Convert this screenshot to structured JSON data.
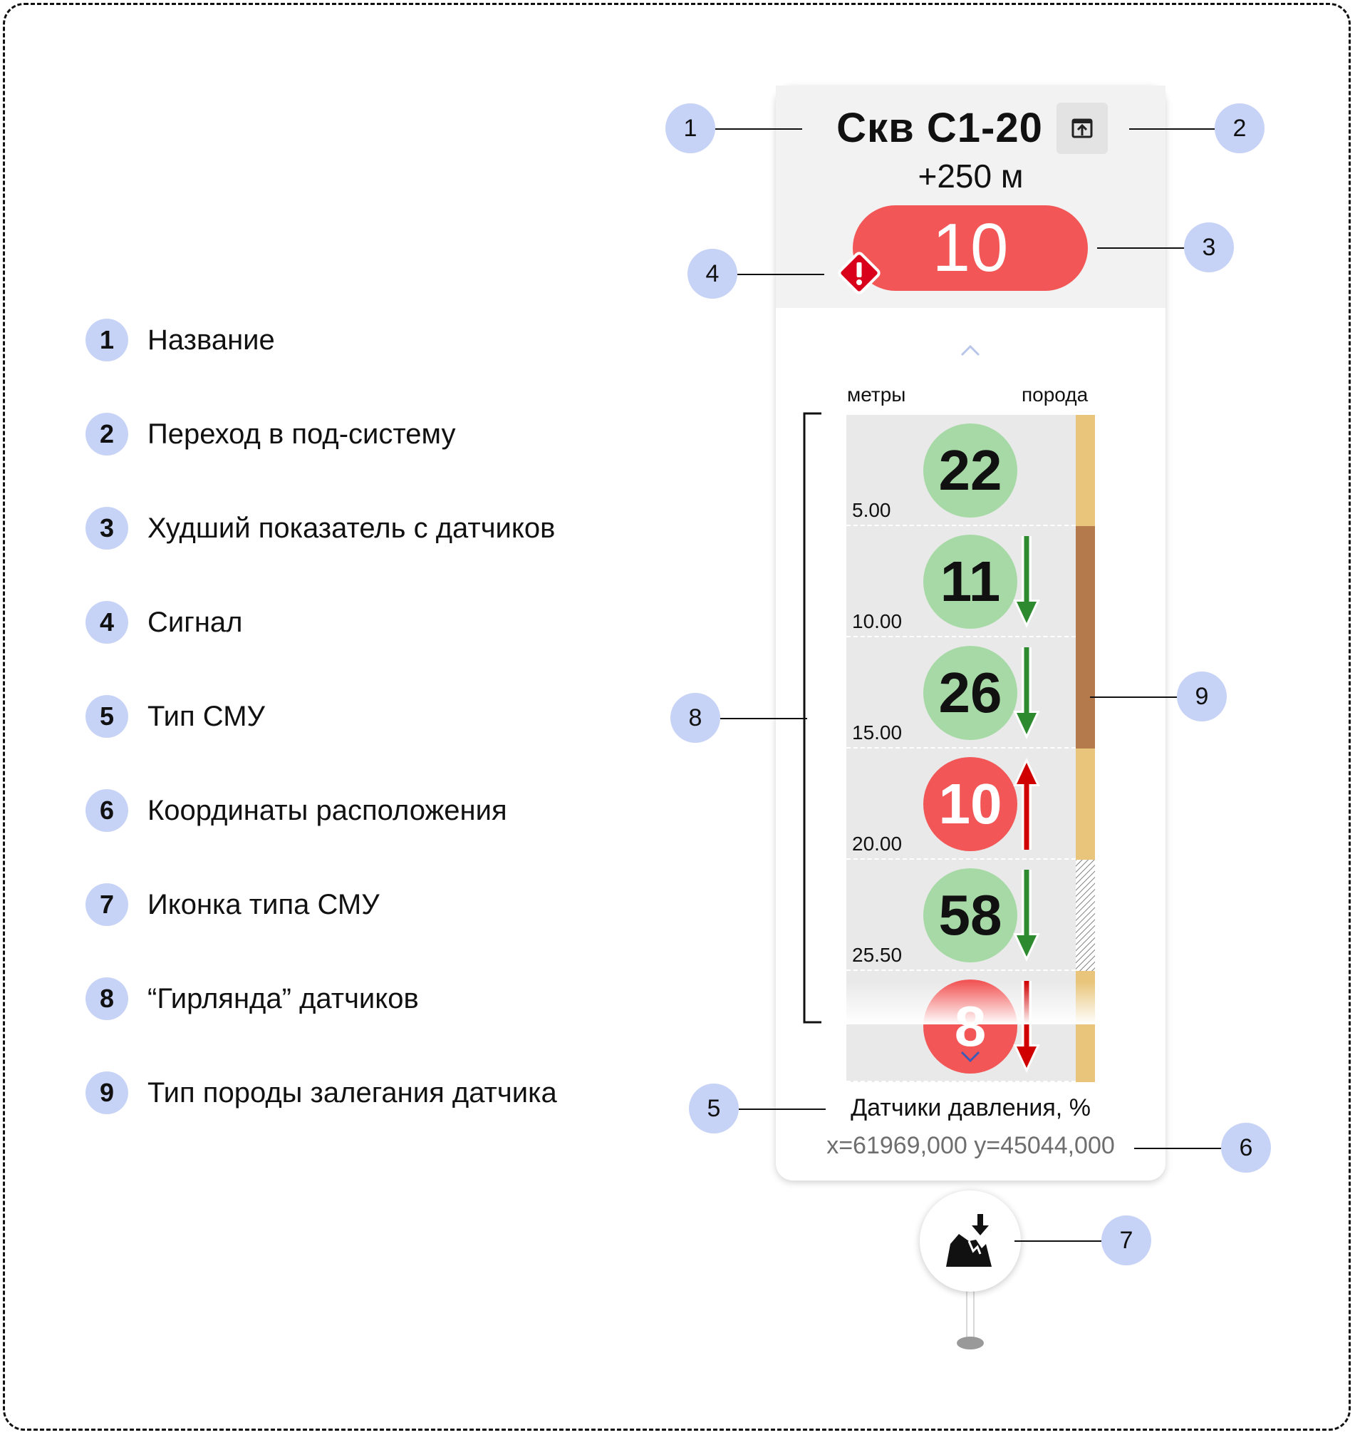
{
  "legend": [
    {
      "num": "1",
      "text": "Название"
    },
    {
      "num": "2",
      "text": "Переход в под-систему"
    },
    {
      "num": "3",
      "text": "Худший показатель с датчиков"
    },
    {
      "num": "4",
      "text": "Сигнал"
    },
    {
      "num": "5",
      "text": "Тип СМУ"
    },
    {
      "num": "6",
      "text": "Координаты расположения"
    },
    {
      "num": "7",
      "text": "Иконка типа СМУ"
    },
    {
      "num": "8",
      "text": "“Гирлянда” датчиков"
    },
    {
      "num": "9",
      "text": "Тип породы залегания датчика"
    }
  ],
  "callouts": [
    "1",
    "2",
    "3",
    "4",
    "5",
    "6",
    "7",
    "8",
    "9"
  ],
  "card": {
    "title": "Скв С1-20",
    "elevation": "+250 м",
    "worst_value": "10",
    "worst_color": "#f25656",
    "signal_icon": "warning-diamond-icon",
    "goto_icon": "open-subsystem-icon",
    "columns": {
      "depth": "метры",
      "rock": "порода"
    },
    "sensors": [
      {
        "depth": "5.00",
        "value": "22",
        "status": "ok",
        "trend": "none",
        "rock": "sand"
      },
      {
        "depth": "10.00",
        "value": "11",
        "status": "ok",
        "trend": "down",
        "rock": "clay"
      },
      {
        "depth": "15.00",
        "value": "26",
        "status": "ok",
        "trend": "down",
        "rock": "clay"
      },
      {
        "depth": "20.00",
        "value": "10",
        "status": "alarm",
        "trend": "up",
        "rock": "sand"
      },
      {
        "depth": "25.50",
        "value": "58",
        "status": "ok",
        "trend": "down",
        "rock": "hatched"
      },
      {
        "depth": "",
        "value": "8",
        "status": "alarm",
        "trend": "down",
        "rock": "sand"
      }
    ],
    "smu_type": "Датчики давления, %",
    "coordinates": "x=61969,000 y=45044,000",
    "smu_icon": "rock-pressure-icon"
  },
  "colors": {
    "ok": "#a6d9a6",
    "alarm": "#f25656",
    "trend_ok": "#2e8a2e",
    "trend_alarm": "#d00000",
    "sand": "#e8c57a",
    "clay": "#b47a4c",
    "callout": "#c7d3f6"
  }
}
